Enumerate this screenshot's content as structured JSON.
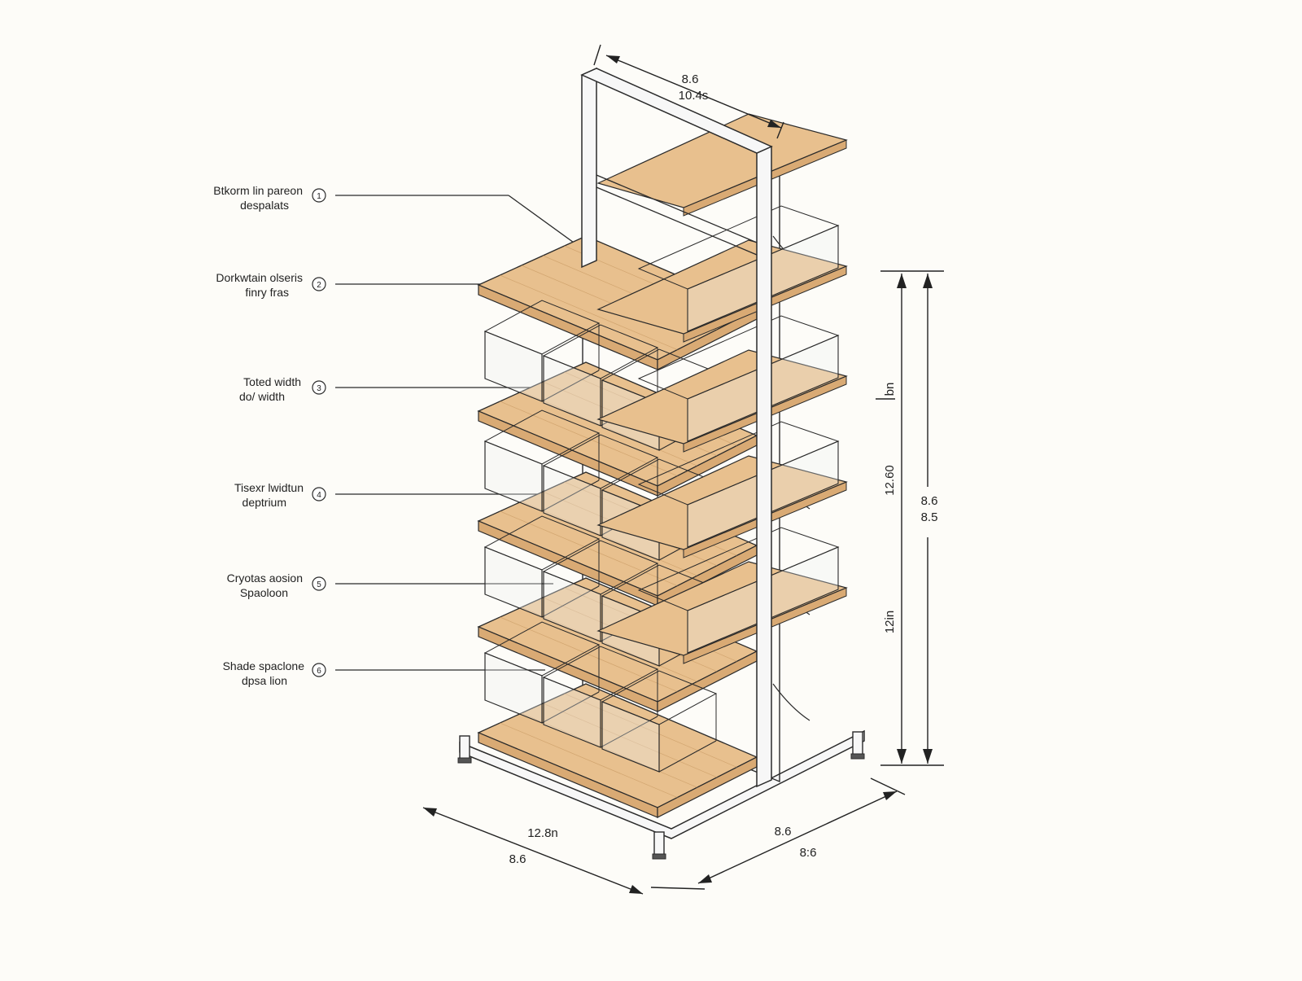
{
  "diagram": {
    "callouts": [
      {
        "number": "1",
        "line1": "Btkorm lin pareon",
        "line2": "despalats"
      },
      {
        "number": "2",
        "line1": "Dorkwtain olseris",
        "line2": "finry fras"
      },
      {
        "number": "3",
        "line1": "Toted width",
        "line2": "do/ width"
      },
      {
        "number": "4",
        "line1": "Tisexr lwidtun",
        "line2": "deptrium"
      },
      {
        "number": "5",
        "line1": "Cryotas aosion",
        "line2": "Spaoloon"
      },
      {
        "number": "6",
        "line1": "Shade spaclone",
        "line2": "dpsa lion"
      }
    ],
    "dimensions": {
      "top_1": "8.6",
      "top_2": "10.4s",
      "right_bn": "bn",
      "right_mid": "12.60",
      "right_lower": "12in",
      "right_1": "8.6",
      "right_2": "8.5",
      "bottom_left_1": "12.8n",
      "bottom_left_2": "8.6",
      "bottom_right_1": "8.6",
      "bottom_right_2": "8:6"
    },
    "colors": {
      "wood": "#e8c08e",
      "wood_edge": "#d9aa74",
      "frame": "#f7f7f7",
      "line": "#2a2a2a",
      "glass": "#eef2f2"
    }
  }
}
